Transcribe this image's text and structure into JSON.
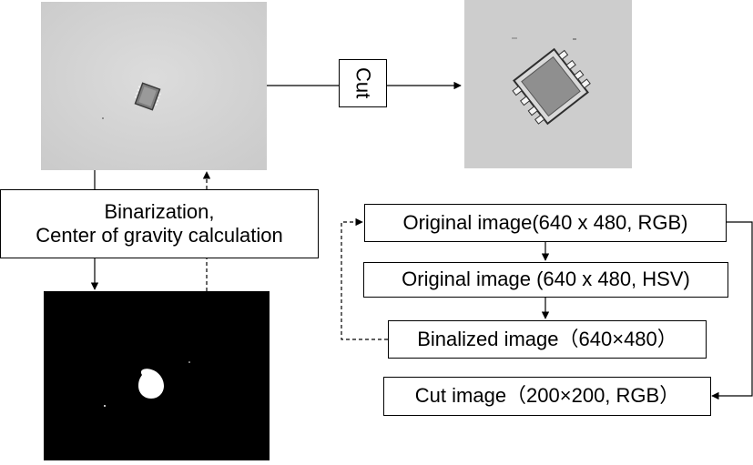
{
  "process": {
    "cut_label": "Cut",
    "binarize_line1": "Binarization,",
    "binarize_line2": "Center of gravity calculation"
  },
  "flow": {
    "step1": "Original image(640 x 480, RGB)",
    "step2": "Original image (640 x 480, HSV)",
    "step3": "Binalized image（640×480）",
    "step4": "Cut image（200×200, RGB）"
  },
  "colors": {
    "photo_bg": "#d3d3d3",
    "crop_bg": "#cdcdcd",
    "binary_bg": "#000000",
    "blob": "#ffffff"
  }
}
